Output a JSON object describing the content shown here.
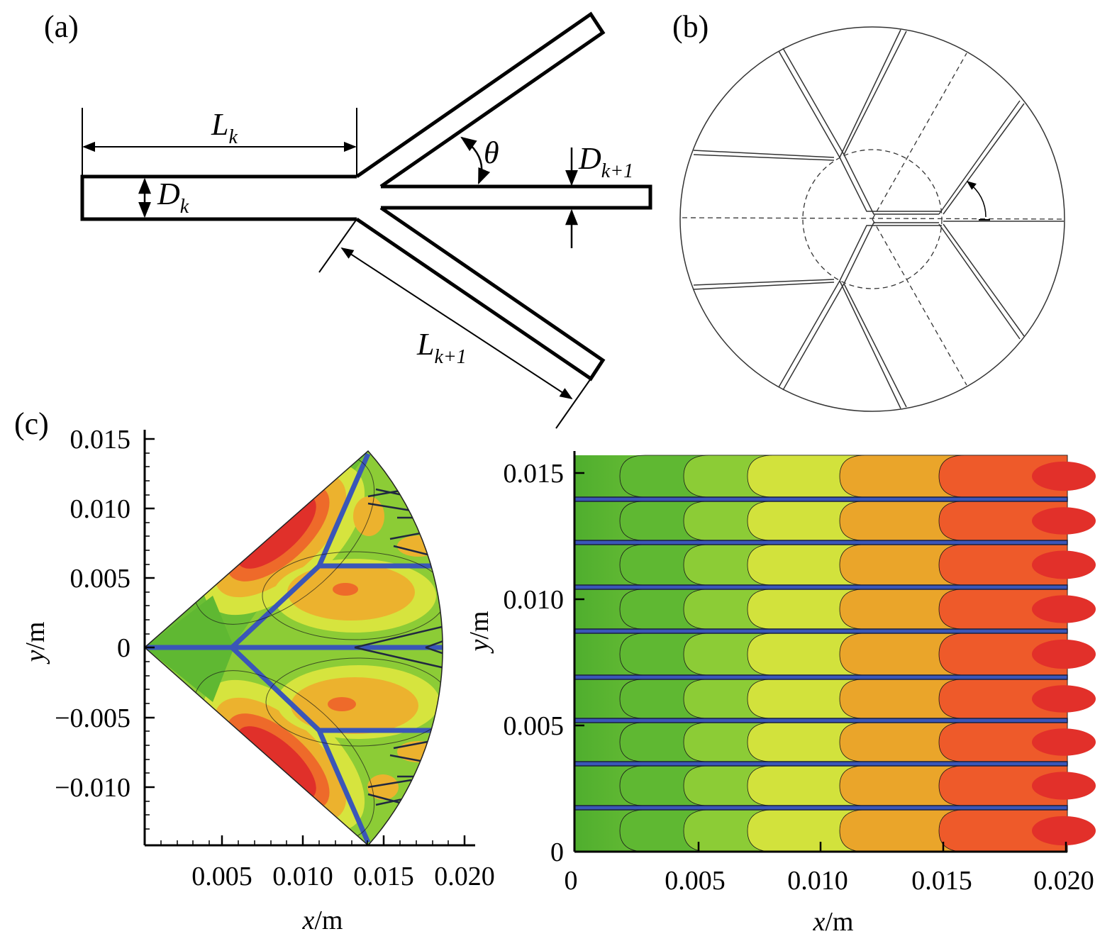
{
  "panel_a": {
    "tag": "(a)",
    "L_k": {
      "base": "L",
      "sub": "k"
    },
    "D_k": {
      "base": "D",
      "sub": "k"
    },
    "theta": "θ",
    "D_k1": {
      "base": "D",
      "sub": "k+1"
    },
    "L_k1": {
      "base": "L",
      "sub": "k+1"
    }
  },
  "panel_b": {
    "tag": "(b)"
  },
  "panel_c": {
    "tag": "(c)",
    "left": {
      "y_ticks": [
        "0.015",
        "0.010",
        "0.005",
        "0",
        "−0.005",
        "−0.010"
      ],
      "x_ticks": [
        "0.005",
        "0.010",
        "0.015",
        "0.020"
      ],
      "ylabel": {
        "var": "y",
        "unit": "/m"
      },
      "xlabel": {
        "var": "x",
        "unit": "/m"
      }
    },
    "right": {
      "y_ticks": [
        "0.015",
        "0.010",
        "0.005",
        "0"
      ],
      "x_ticks": [
        "0",
        "0.005",
        "0.010",
        "0.015",
        "0.020"
      ],
      "ylabel": {
        "var": "y",
        "unit": "/m"
      },
      "xlabel": {
        "var": "x",
        "unit": "/m"
      }
    }
  },
  "colors": {
    "band1": "#5fb832",
    "band2": "#8ccc36",
    "band3": "#d2e23c",
    "band4": "#eaa52a",
    "band5": "#ee5a2a",
    "band6": "#e2302a",
    "channel": "#3a56b8"
  }
}
